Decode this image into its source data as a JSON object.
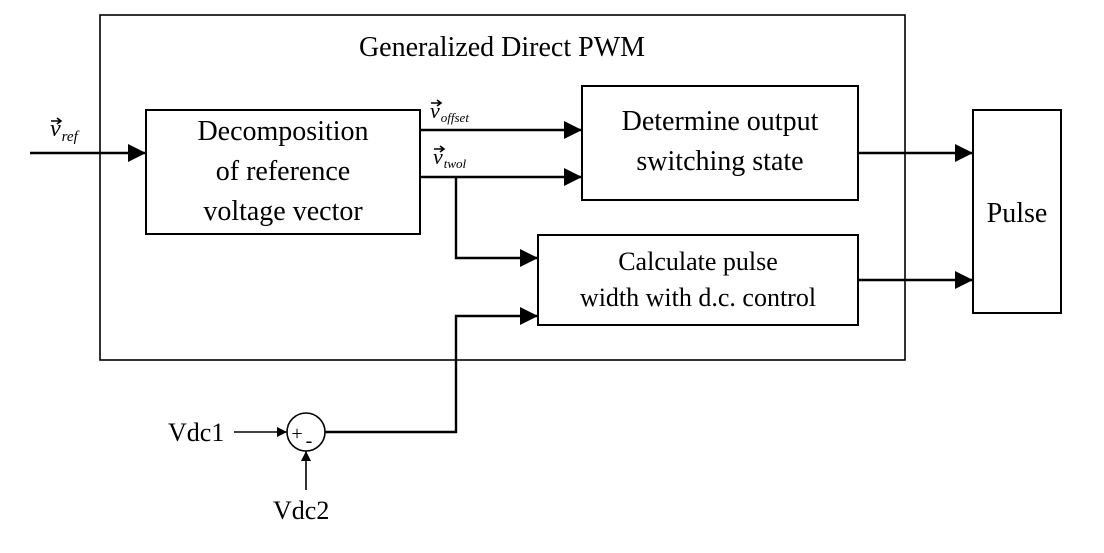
{
  "outer_title": "Generalized Direct PWM",
  "input": {
    "symbol": "v",
    "subscript": "ref"
  },
  "blocks": {
    "decomposition": [
      "Decomposition",
      "of reference",
      "voltage vector"
    ],
    "determine": [
      "Determine output",
      "switching state"
    ],
    "calculate": [
      "Calculate pulse",
      "width with d.c. control"
    ],
    "pulse": "Pulse"
  },
  "signals": {
    "offset": {
      "symbol": "v",
      "subscript": "offset"
    },
    "twol": {
      "symbol": "v",
      "subscript": "twol"
    }
  },
  "summer": {
    "plus": "+",
    "minus": "-",
    "input1": "Vdc1",
    "input2": "Vdc2"
  }
}
